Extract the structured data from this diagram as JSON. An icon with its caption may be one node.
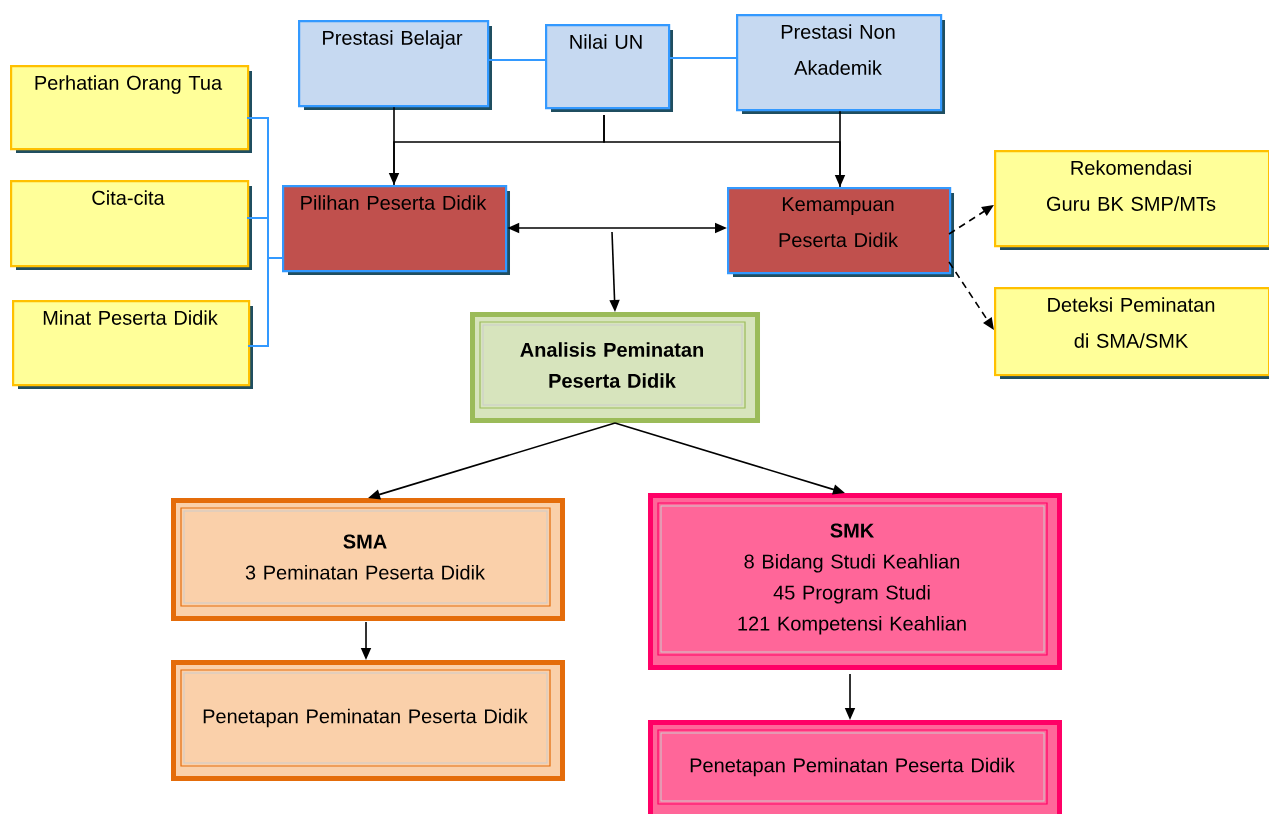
{
  "diagram": {
    "nodes": [
      {
        "text": [
          "Prestasi Belajar"
        ]
      },
      {
        "text": [
          "Nilai UN"
        ]
      },
      {
        "text": [
          "Prestasi Non Akademik"
        ]
      },
      {
        "text": [
          "Perhatian Orang Tua"
        ]
      },
      {
        "text": [
          "Cita-cita"
        ]
      },
      {
        "text": [
          "Minat Peserta Didik"
        ]
      },
      {
        "text": [
          "Pilihan Peserta Didik"
        ]
      },
      {
        "text": [
          "Kemampuan Peserta Didik"
        ]
      },
      {
        "text": [
          "Rekomendasi Guru BK SMP/MTs"
        ]
      },
      {
        "text": [
          "Deteksi Peminatan di SMA/SMK"
        ]
      },
      {
        "text": [
          "Analisis Peminatan Peserta Didik"
        ]
      },
      {
        "text": [
          "SMA",
          "3 Peminatan Peserta Didik"
        ]
      },
      {
        "text": [
          "Penetapan Peminatan Peserta Didik"
        ]
      },
      {
        "text": [
          "SMK",
          "8 Bidang Studi Keahlian",
          "45 Program Studi",
          "121 Kompetensi Keahlian"
        ]
      },
      {
        "text": [
          "Penetapan Peminatan Peserta Didik"
        ]
      }
    ],
    "edges": [
      {
        "from": 0,
        "to": 1,
        "arrow": "none",
        "color": "#3399ff"
      },
      {
        "from": 1,
        "to": 2,
        "arrow": "none",
        "color": "#3399ff"
      },
      {
        "from": 0,
        "to": 6,
        "arrow": "to"
      },
      {
        "from": 2,
        "to": 7,
        "arrow": "to"
      },
      {
        "from": 1,
        "to": 6,
        "arrow": "none"
      },
      {
        "from": 1,
        "to": 7,
        "arrow": "none"
      },
      {
        "from": 3,
        "to": 6,
        "arrow": "none",
        "color": "#3399ff"
      },
      {
        "from": 4,
        "to": 6,
        "arrow": "none",
        "color": "#3399ff"
      },
      {
        "from": 5,
        "to": 6,
        "arrow": "none",
        "color": "#3399ff"
      },
      {
        "from": 6,
        "to": 7,
        "arrow": "both"
      },
      {
        "from": null,
        "to": 10,
        "arrow": "to"
      },
      {
        "from": 7,
        "to": 8,
        "arrow": "to",
        "style": "dashed"
      },
      {
        "from": 7,
        "to": 9,
        "arrow": "to",
        "style": "dashed"
      },
      {
        "from": 10,
        "to": 11,
        "arrow": "to"
      },
      {
        "from": 10,
        "to": 13,
        "arrow": "to"
      },
      {
        "from": 11,
        "to": 12,
        "arrow": "to"
      },
      {
        "from": 13,
        "to": 14,
        "arrow": "to"
      }
    ]
  }
}
